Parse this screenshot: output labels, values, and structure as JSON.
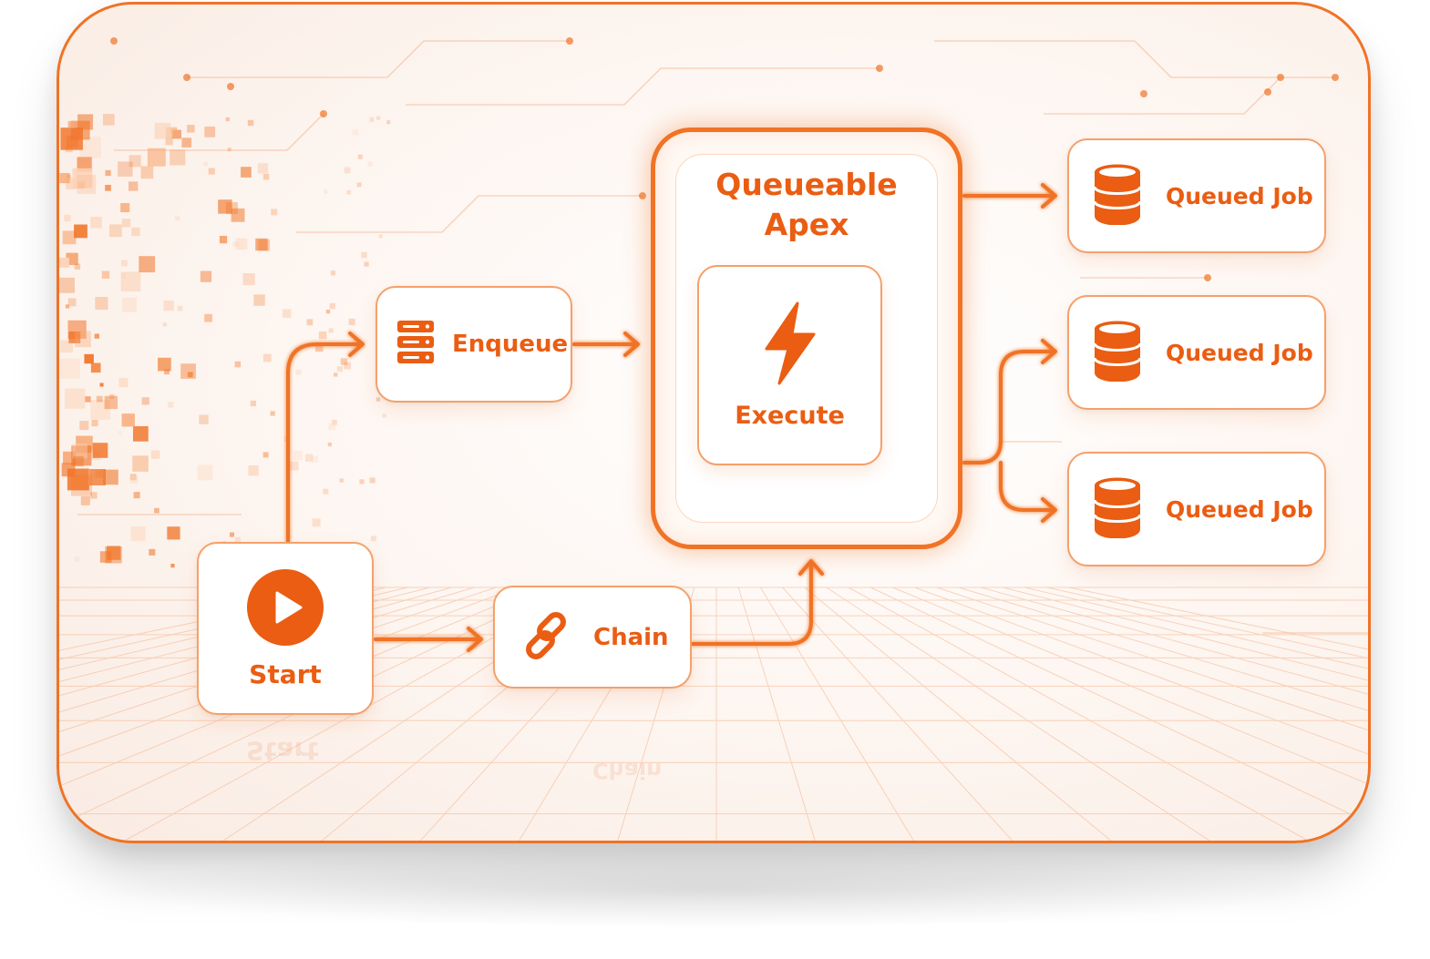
{
  "diagram": {
    "accent_color": "#f07326",
    "text_color": "#ea5d12",
    "nodes": {
      "start": {
        "label": "Start",
        "icon": "play-icon"
      },
      "enqueue": {
        "label": "Enqueue",
        "icon": "server-icon"
      },
      "chain": {
        "label": "Chain",
        "icon": "link-icon"
      },
      "queueable": {
        "title": "Queueable\nApex",
        "inner_label": "Execute",
        "icon": "lightning-icon"
      },
      "jobs": [
        {
          "label": "Queued Job",
          "icon": "database-icon"
        },
        {
          "label": "Queued Job",
          "icon": "database-icon"
        },
        {
          "label": "Queued Job",
          "icon": "database-icon"
        }
      ]
    }
  }
}
